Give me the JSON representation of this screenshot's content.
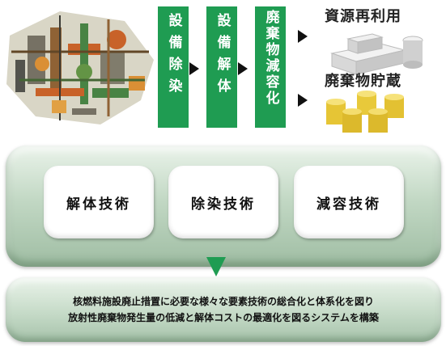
{
  "process_steps": [
    {
      "label": "設備除染"
    },
    {
      "label": "設備解体"
    },
    {
      "label": "廃棄物減容化"
    }
  ],
  "outcomes": {
    "reuse": "資源再利用",
    "storage": "廃棄物貯蔵"
  },
  "technologies": [
    "解体技術",
    "除染技術",
    "減容技術"
  ],
  "summary": {
    "line1": "核燃料施設廃止措置に必要な様々な要素技術の総合化と体系化を図り",
    "line2": "放射性廃棄物発生量の低減と解体コストの最適化を図るシステムを構築"
  },
  "colors": {
    "step_green": "#1f9c52",
    "panel_green": "#b7d0b9"
  },
  "icons": {
    "plant": "nuclear-plant-illustration",
    "reuse": "metal-blocks-icon",
    "storage": "waste-drums-icon"
  }
}
